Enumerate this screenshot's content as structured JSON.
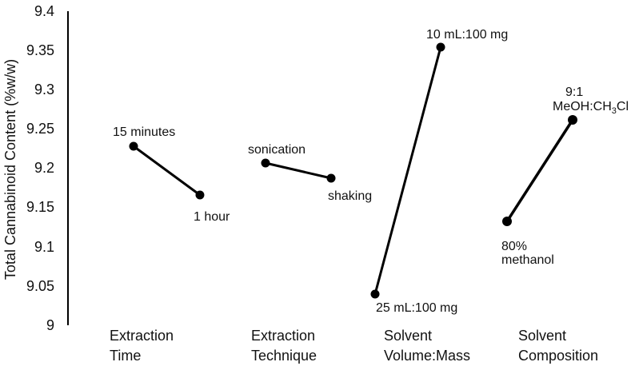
{
  "chart_data": {
    "type": "line",
    "title": "",
    "xlabel": "",
    "ylabel": "Total Cannabinoid Content (%w/w)",
    "ylim": [
      9,
      9.4
    ],
    "yticks": [
      "9",
      "9.05",
      "9.1",
      "9.15",
      "9.2",
      "9.25",
      "9.3",
      "9.35",
      "9.4"
    ],
    "grid": false,
    "legend": null,
    "categories": [
      [
        "Extraction",
        "Time"
      ],
      [
        "Extraction",
        "Technique"
      ],
      [
        "Solvent",
        "Volume:Mass"
      ],
      [
        "Solvent",
        "Composition"
      ]
    ],
    "series": [
      {
        "name": "Extraction Time",
        "points": [
          {
            "label": "15 minutes",
            "value": 9.23
          },
          {
            "label": "1 hour",
            "value": 9.165
          }
        ]
      },
      {
        "name": "Extraction Technique",
        "points": [
          {
            "label": "sonication",
            "value": 9.207
          },
          {
            "label": "shaking",
            "value": 9.188
          }
        ]
      },
      {
        "name": "Solvent Volume:Mass",
        "points": [
          {
            "label": "25 mL:100 mg",
            "value": 9.04
          },
          {
            "label": "10 mL:100 mg",
            "value": 9.355
          }
        ]
      },
      {
        "name": "Solvent Composition",
        "points": [
          {
            "label": "80% methanol",
            "value": 9.133
          },
          {
            "label": "9:1 MeOH:CH3Cl",
            "value": 9.262
          }
        ]
      }
    ]
  },
  "labels": {
    "ylabel": "Total Cannabinoid Content (%w/w)",
    "p15min": "15 minutes",
    "p1hour": "1 hour",
    "sonication": "sonication",
    "shaking": "shaking",
    "v10": "10 mL:100 mg",
    "v25": "25 mL:100 mg",
    "c80a": "80%",
    "c80b": "methanol",
    "c91a": "9:1",
    "c91b_pre": "MeOH:CH",
    "c91b_sub": "3",
    "c91b_post": "Cl",
    "cat1a": "Extraction",
    "cat1b": "Time",
    "cat2a": "Extraction",
    "cat2b": "Technique",
    "cat3a": "Solvent",
    "cat3b": "Volume:Mass",
    "cat4a": "Solvent",
    "cat4b": "Composition",
    "t0": "9",
    "t1": "9.05",
    "t2": "9.1",
    "t3": "9.15",
    "t4": "9.2",
    "t5": "9.25",
    "t6": "9.3",
    "t7": "9.35",
    "t8": "9.4"
  },
  "colors": {
    "line": "#000000",
    "text": "#111111",
    "background": "#ffffff"
  }
}
